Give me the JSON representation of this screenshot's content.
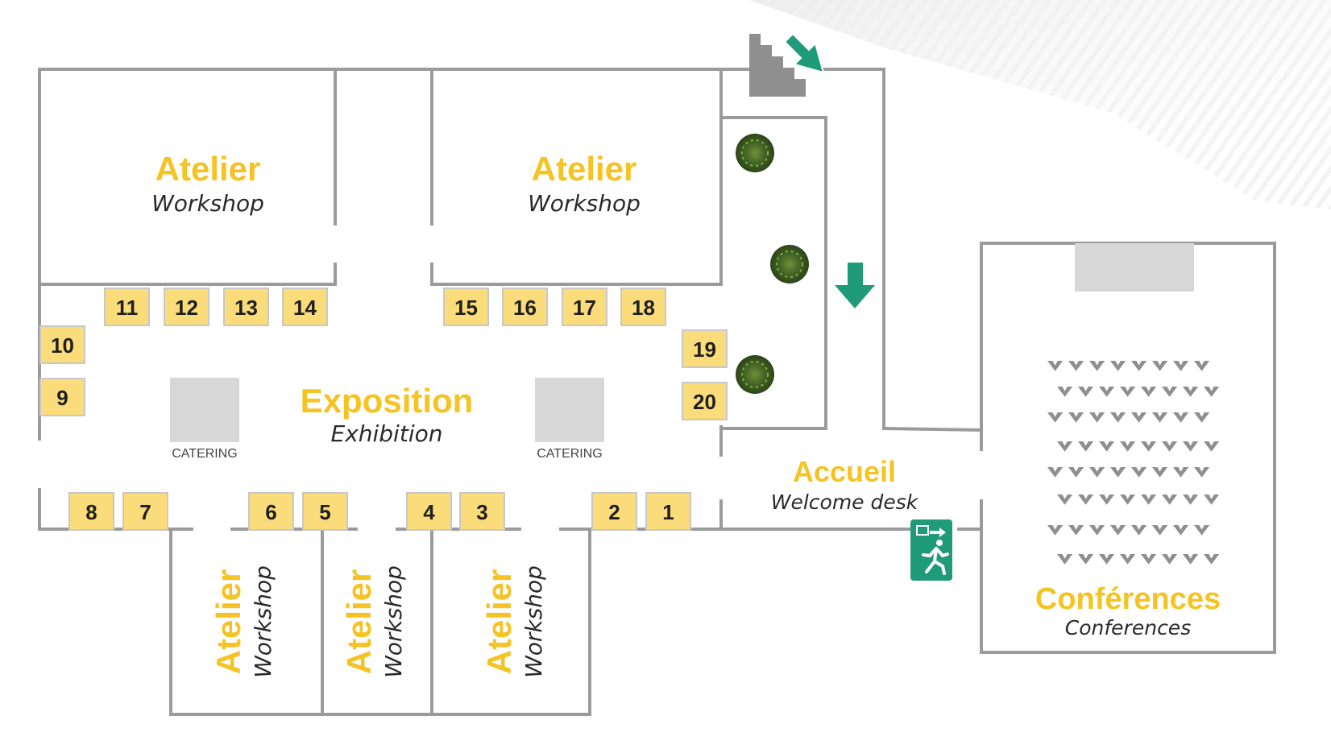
{
  "colors": {
    "accent": "#f5c323",
    "booth_fill": "#fbdc7a",
    "booth_border": "#c8c8c8",
    "wall": "#9b9b9b",
    "green_sign": "#1f9b7a",
    "gray_block": "#d7d7d7"
  },
  "rooms": {
    "atelier_1": {
      "title": "Atelier",
      "subtitle": "Workshop"
    },
    "atelier_2": {
      "title": "Atelier",
      "subtitle": "Workshop"
    },
    "atelier_3": {
      "title": "Atelier",
      "subtitle": "Workshop"
    },
    "atelier_4": {
      "title": "Atelier",
      "subtitle": "Workshop"
    },
    "atelier_5": {
      "title": "Atelier",
      "subtitle": "Workshop"
    },
    "exposition": {
      "title": "Exposition",
      "subtitle": "Exhibition"
    },
    "accueil": {
      "title": "Accueil",
      "subtitle": "Welcome desk"
    },
    "conferences": {
      "title": "Conférences",
      "subtitle": "Conferences"
    }
  },
  "catering": {
    "left_label": "CATERING",
    "right_label": "CATERING"
  },
  "booths": [
    "1",
    "2",
    "3",
    "4",
    "5",
    "6",
    "7",
    "8",
    "9",
    "10",
    "11",
    "12",
    "13",
    "14",
    "15",
    "16",
    "17",
    "18",
    "19",
    "20"
  ],
  "icons": [
    "stairs-icon",
    "arrow-down-right-icon",
    "arrow-down-icon",
    "emergency-exit-icon",
    "plant-icon",
    "seat-chevron-icon"
  ]
}
